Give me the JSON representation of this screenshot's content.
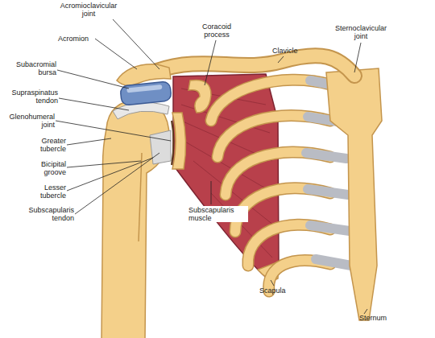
{
  "diagram": {
    "labels": [
      "Acromioclavicular joint",
      "Acromion",
      "Coracoid process",
      "Clavicle",
      "Sternoclavicular joint",
      "Subacromial bursa",
      "Supraspinatus tendon",
      "Glenohumeral joint",
      "Greater tubercle",
      "Bicipital groove",
      "Lesser tubercle",
      "Subscapularis tendon",
      "Subscapularis muscle",
      "Scapula",
      "Sternum"
    ]
  }
}
